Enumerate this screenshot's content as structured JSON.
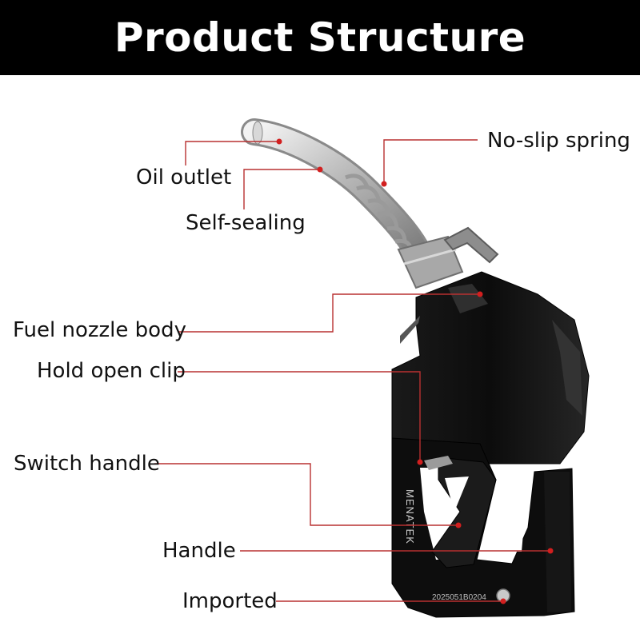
{
  "title": "Product Structure",
  "labels": {
    "oil_outlet": "Oil outlet",
    "self_sealing": "Self-sealing",
    "no_slip_spring": "No-slip spring",
    "fuel_nozzle_body": "Fuel nozzle body",
    "hold_open_clip": "Hold open clip",
    "switch_handle": "Switch handle",
    "handle": "Handle",
    "imported": "Imported"
  },
  "product_text": {
    "brand": "MENATEK",
    "serial": "2025051B0204"
  },
  "colors": {
    "banner": "#000000",
    "leader_line": "#b83030",
    "marker_dot": "#d21f1f"
  }
}
